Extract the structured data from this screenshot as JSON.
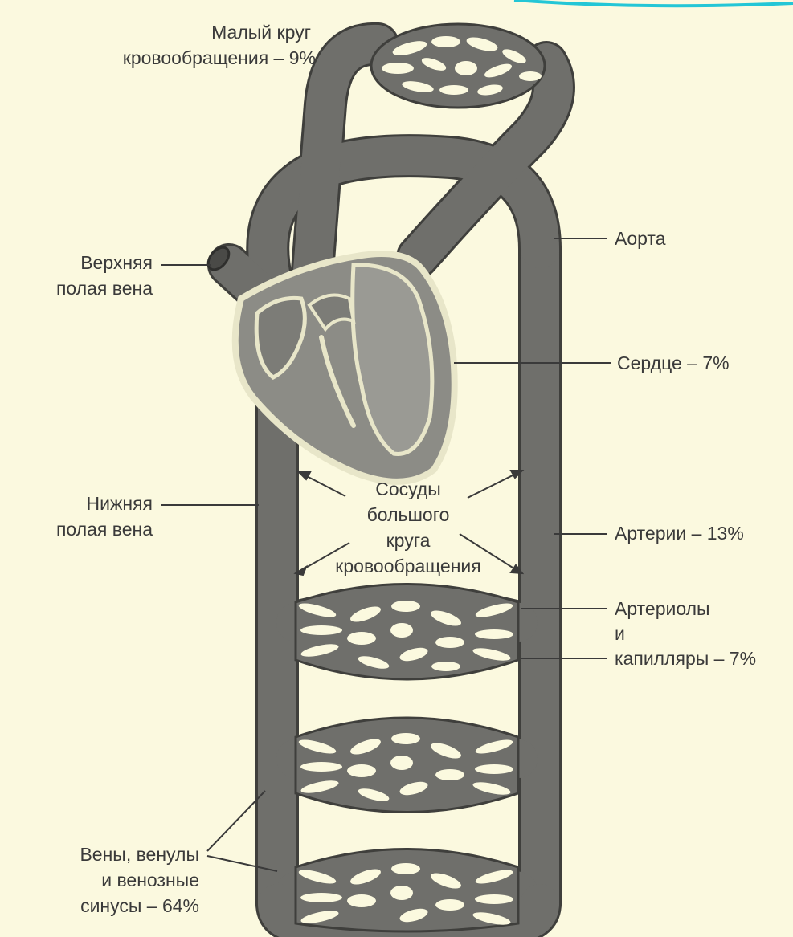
{
  "colors": {
    "paper": "#fbf9df",
    "vessel": "#6f6f6b",
    "vessel_edge": "#3f3f3c",
    "heart_fill": "#8c8c86",
    "heart_outline": "#e8e6c9",
    "text": "#3a3a3a",
    "corner_accent": "#23c6d6"
  },
  "labels": {
    "pulmonary": [
      "Малый круг",
      "кровообращения – 9%"
    ],
    "superior_vena_cava": [
      "Верхняя",
      "полая вена"
    ],
    "aorta": "Аорта",
    "heart": "Сердце – 7%",
    "inferior_vena_cava": [
      "Нижняя",
      "полая вена"
    ],
    "systemic_vessels": [
      "Сосуды",
      "большого",
      "круга",
      "кровообращения"
    ],
    "arteries": "Артерии – 13%",
    "arterioles": [
      "Артериолы",
      "и",
      "капилляры – 7%"
    ],
    "veins": [
      "Вены, венулы",
      "и венозные",
      "синусы – 64%"
    ]
  }
}
